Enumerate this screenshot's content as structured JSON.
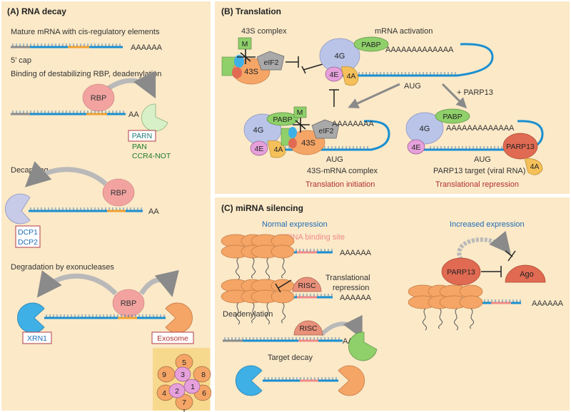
{
  "colors": {
    "panel_bg": "#fbe9c8",
    "blue_line": "#1a8fd1",
    "grey_line": "#8c8c8c",
    "orange_line": "#f0a030",
    "pink_line": "#f08a88",
    "rbp": "#f2a3a0",
    "parn": "#d7f0c8",
    "dcp": "#c7cbe8",
    "xrn1": "#3fb0e6",
    "exosome": "#f5a566",
    "ribosome": "#f5a566",
    "risc": "#e8907a",
    "pabp": "#8fd06a",
    "eif4g": "#b9c4e8",
    "eif4e": "#e6a0dc",
    "eif4a": "#f5c05a",
    "green_text": "#1f7a2a",
    "red_text": "#b03030",
    "blue_text": "#1f6db5"
  },
  "panel_a": {
    "title": "(A) RNA decay",
    "mature_label": "Mature mRNA with cis-regulatory elements",
    "polyA": "AAAAAA",
    "cap_label": "5’ cap",
    "binding_label": "Binding of destabilizing RBP, deadenylation",
    "rbp": "RBP",
    "aa": "AA",
    "parn": "PARN",
    "pan": "PAN",
    "ccr4": "CCR4-NOT",
    "decapping_label": "Decapping",
    "dcp1": "DCP1",
    "dcp2": "DCP2",
    "degradation_label": "Degradation by exonucleases",
    "xrn1": "XRN1",
    "exosome": "Exosome",
    "exosome_subunits": [
      "5",
      "9",
      "3",
      "8",
      "1",
      "4",
      "2",
      "6",
      "7"
    ]
  },
  "panel_b": {
    "title": "(B) Translation",
    "complex_43s_label": "43S complex",
    "m": "M",
    "s43": "43S",
    "eif2": "eIF2",
    "activation_label": "mRNA activation",
    "g4": "4G",
    "pabp": "PABP",
    "polyA_long": "AAAAAAAAAAAAA",
    "polyA_mid": "AAAAAAAA",
    "e4": "4E",
    "a4": "4A",
    "aug": "AUG",
    "parp13_add": "+ PARP13",
    "complex_label": "43S-mRNA complex",
    "initiation_label": "Translation initiation",
    "parp13": "PARP13",
    "target_label": "PARP13 target (viral RNA)",
    "repression_label": "Translational repression"
  },
  "panel_c": {
    "title": "(C) miRNA silencing",
    "normal_label": "Normal expression",
    "increased_label": "Increased expression",
    "binding_site_label": "miRNA binding site",
    "polyA": "AAAAAA",
    "risc": "RISC",
    "trans_rep_1": "Translational",
    "trans_rep_2": "repression",
    "deadenylation_label": "Deadenylation",
    "aaa": "AAA",
    "target_decay_label": "Target decay",
    "parp13": "PARP13",
    "ago": "Ago"
  }
}
